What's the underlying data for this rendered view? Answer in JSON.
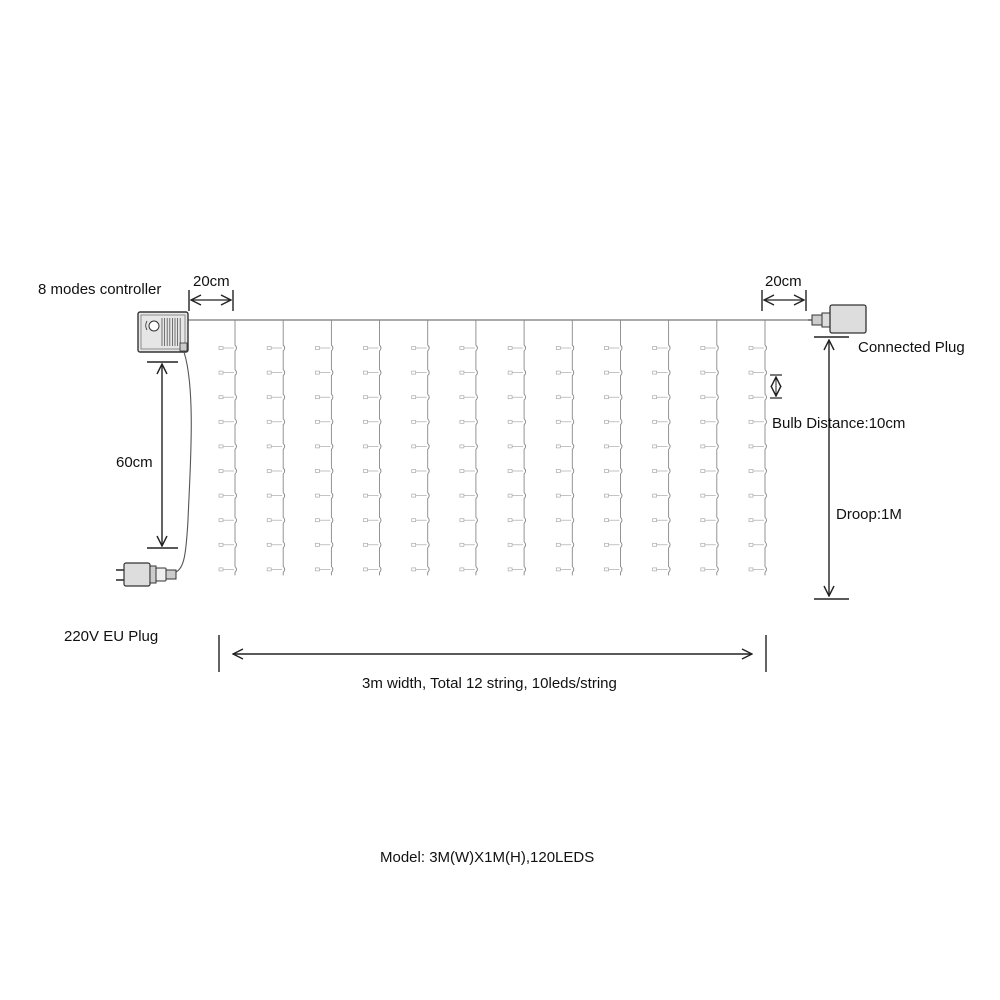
{
  "labels": {
    "controller": "8 modes controller",
    "left_spacing": "20cm",
    "right_spacing": "20cm",
    "connected_plug": "Connected Plug",
    "bulb_distance": "Bulb Distance:10cm",
    "lead_length": "60cm",
    "droop": "Droop:1M",
    "eu_plug": "220V EU Plug",
    "width": "3m width, Total 12 string, 10leds/string",
    "model": "Model: 3M(W)X1M(H),120LEDS"
  },
  "curtain": {
    "strings": 12,
    "leds_per_string": 10
  },
  "colors": {
    "line": "#222222",
    "wire": "#888888",
    "led": "#aaaaaa",
    "controller_fill": "#e6e6e6",
    "plug_fill": "#dddddd"
  }
}
